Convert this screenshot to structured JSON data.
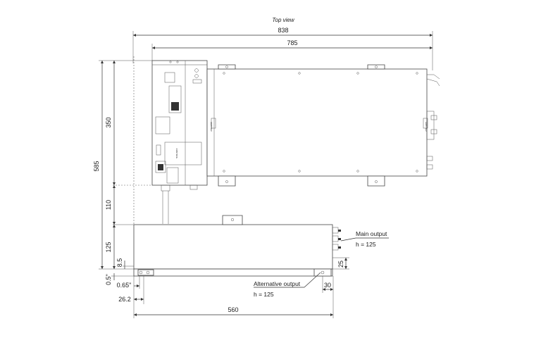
{
  "view_title": "Top view",
  "dimensions": {
    "overall_width": "838",
    "body_width": "785",
    "total_height": "585",
    "upper_height": "350",
    "gap_height": "110",
    "side_height": "125",
    "offset_8_5": "8.5",
    "offset_0_5": "0.5\"",
    "offset_0_65": "0.65\"",
    "offset_26_2": "26.2",
    "side_length": "560",
    "right_offset_30": "30",
    "right_height_25": "25"
  },
  "callouts": {
    "main_output": "Main output",
    "main_output_h": "h = 125",
    "alt_output": "Alternative output",
    "alt_output_h": "h = 125"
  },
  "device_markings": {
    "control_label": "CONTROL",
    "emitter_label": "EMITTER",
    "serial_label": "EMITTER"
  }
}
